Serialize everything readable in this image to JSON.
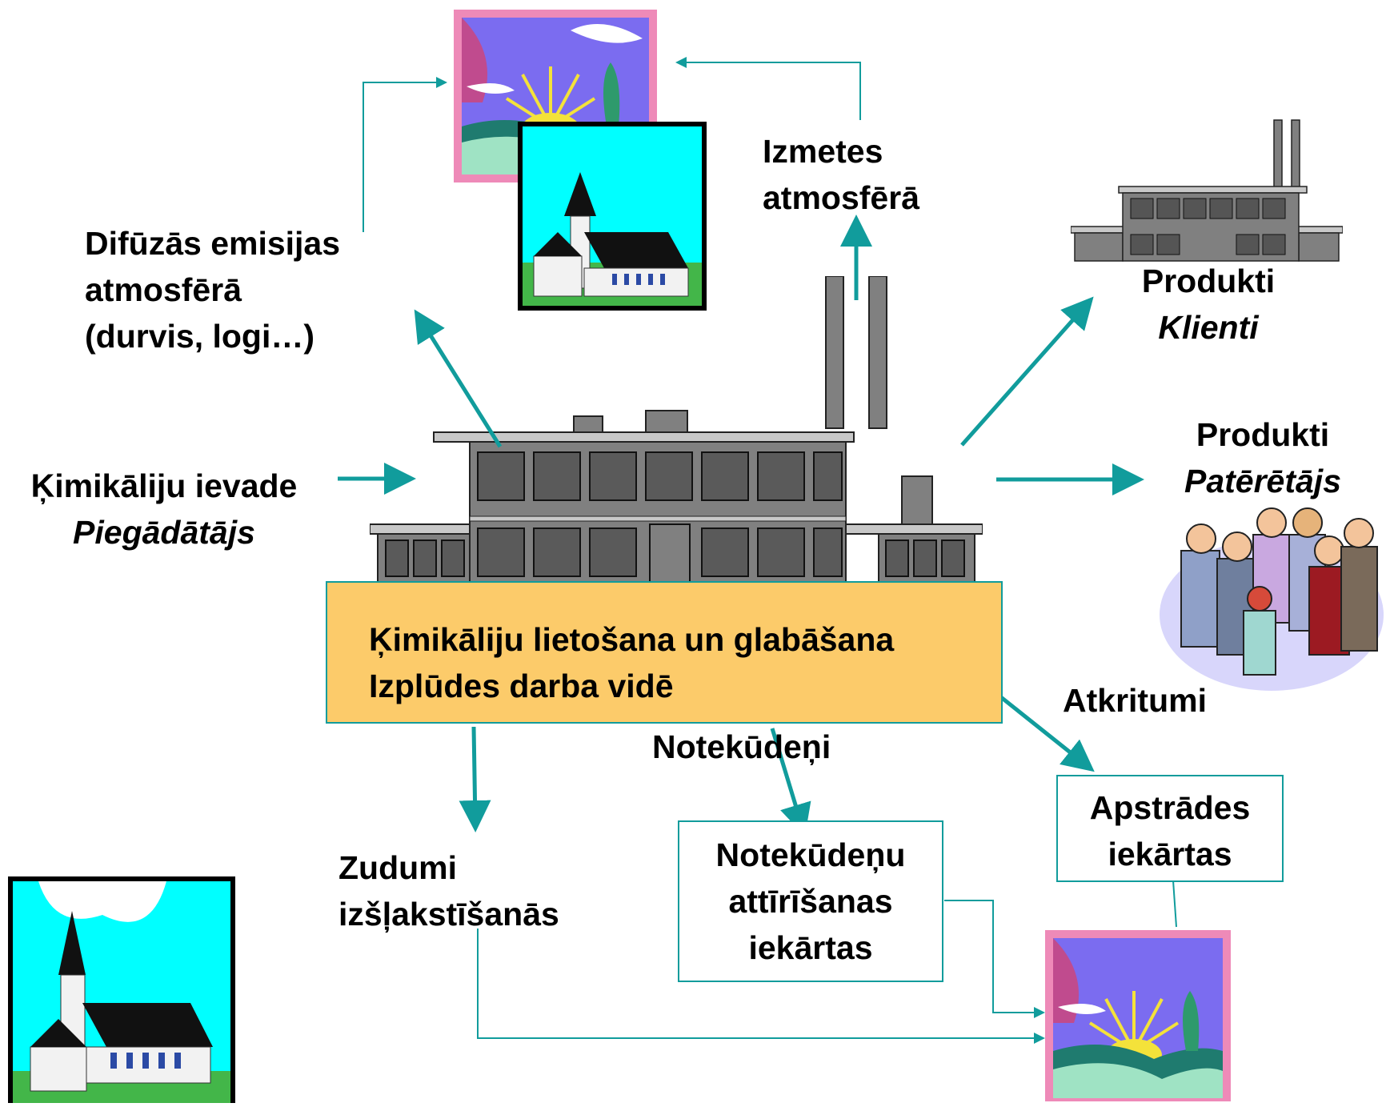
{
  "central": {
    "line1": "Ķimikāliju lietošana un glabāšana",
    "line2": "Izplūdes darba vidē"
  },
  "labels": {
    "diffuse": [
      "Difūzās emisijas",
      "atmosfērā",
      "(durvis, logi…)"
    ],
    "emissions": [
      "Izmetes",
      "atmosfērā"
    ],
    "input": {
      "title": "Ķimikāliju ievade",
      "sub": "Piegādātājs"
    },
    "products_clients": {
      "title": "Produkti",
      "sub": "Klienti"
    },
    "products_consumer": {
      "title": "Produkti",
      "sub": "Patērētājs"
    },
    "waste": "Atkritumi",
    "wastewater": "Notekūdeņi",
    "losses": [
      "Zudumi",
      "izšļakstīšanās"
    ]
  },
  "boxes": {
    "treatment": [
      "Apstrādes",
      "iekārtas"
    ],
    "wastewater_plant": [
      "Notekūdeņu",
      "attīrīšanas",
      "iekārtas"
    ]
  },
  "colors": {
    "arrow": "#119c9c",
    "central_fill": "#fccb6a",
    "factory_gray": "#808080",
    "sky": "#7b6cf0",
    "frame_pink": "#ee8ab8"
  },
  "icons": [
    "landscape-icon",
    "church-icon",
    "factory-icon",
    "small-factory-icon",
    "people-group-icon"
  ]
}
